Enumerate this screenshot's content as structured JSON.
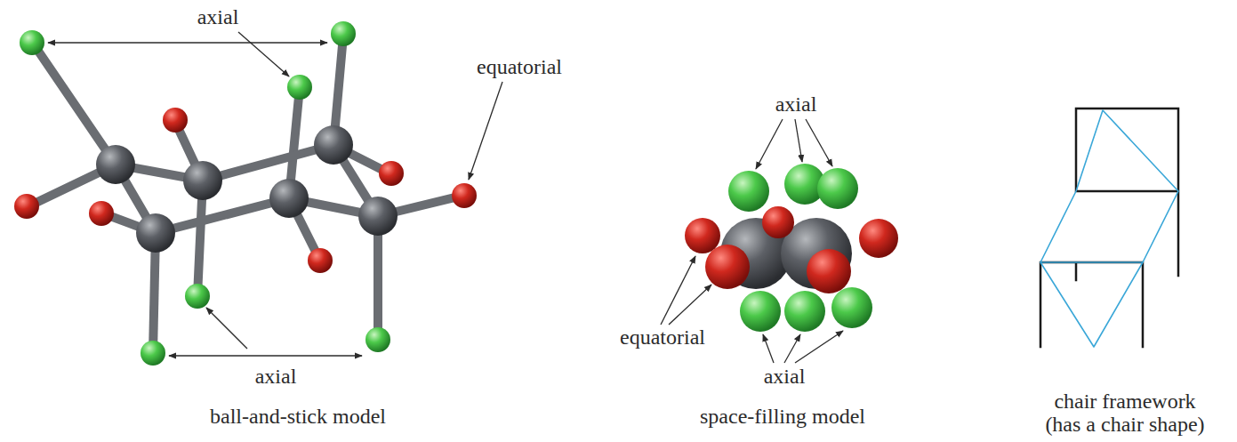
{
  "diagram": {
    "labels": [
      "axial",
      "equatorial",
      "axial",
      "ball-and-stick model",
      "axial",
      "equatorial",
      "axial",
      "space-filling model",
      "chair framework (has a chair shape)"
    ]
  }
}
